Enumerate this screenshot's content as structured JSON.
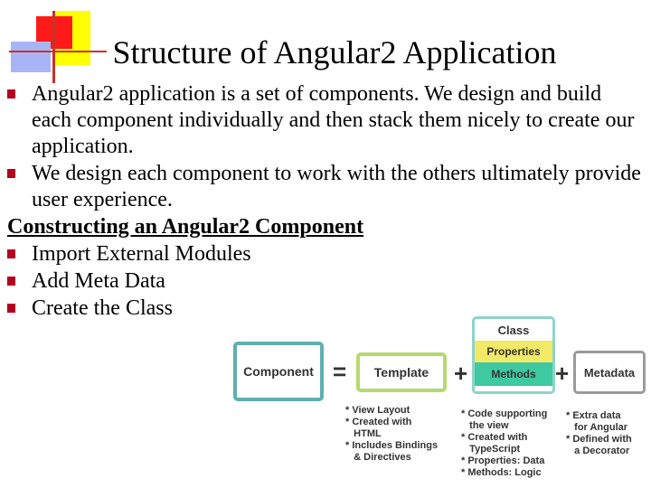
{
  "title": "Structure of Angular2 Application",
  "bullets_top": [
    "Angular2 application is a set of components. We design and build each component individually and then stack them nicely to create our application.",
    "We design each component to work with the others ultimately provide user experience."
  ],
  "section_heading": "Constructing an Angular2 Component",
  "bullets_steps": [
    "Import External Modules",
    "Add Meta Data",
    "Create the Class"
  ],
  "diagram": {
    "component": "Component",
    "equals": "=",
    "template": "Template",
    "plus1": "+",
    "class_header": "Class",
    "properties": "Properties",
    "methods": "Methods",
    "plus2": "+",
    "metadata": "Metadata",
    "template_notes": "* View Layout\n* Created with\n   HTML\n* Includes Bindings\n   & Directives",
    "class_notes": "* Code supporting\n   the view\n* Created with\n   TypeScript\n* Properties: Data\n* Methods: Logic",
    "metadata_notes": "* Extra data\n   for Angular\n* Defined with\n   a Decorator"
  },
  "colors": {
    "bullet": "#b3001f",
    "component_border": "#5fb0b0",
    "template_border": "#b8d870",
    "properties_fill": "#f2ea66",
    "methods_fill": "#3fc9a0",
    "metadata_border": "#9a9a9a"
  }
}
